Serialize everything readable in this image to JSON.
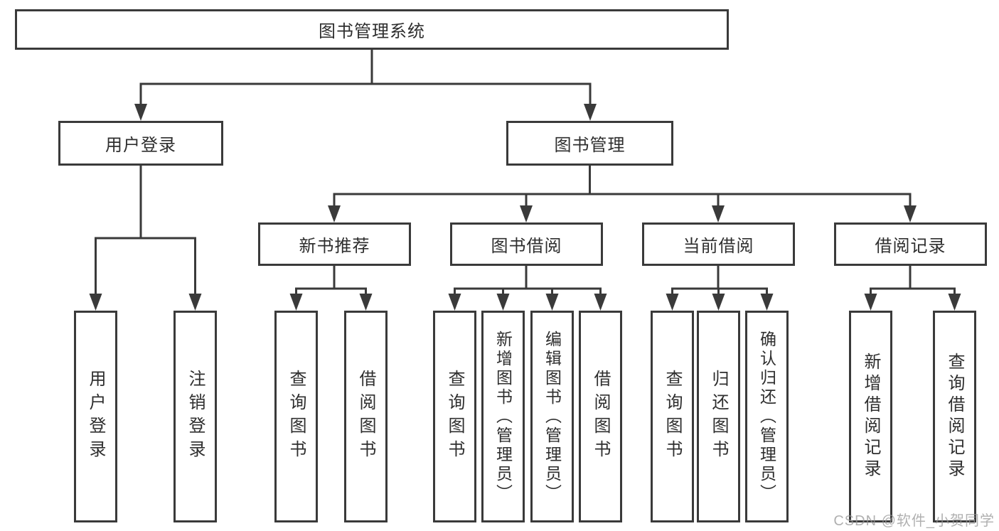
{
  "tree": {
    "root": {
      "label": "图书管理系统"
    },
    "level2": [
      {
        "label": "用户登录"
      },
      {
        "label": "图书管理"
      }
    ],
    "level3": [
      {
        "label": "新书推荐"
      },
      {
        "label": "图书借阅"
      },
      {
        "label": "当前借阅"
      },
      {
        "label": "借阅记录"
      }
    ],
    "leaves": {
      "login": [
        {
          "label": "用户登录"
        },
        {
          "label": "注销登录"
        }
      ],
      "recommend": [
        {
          "label": "查询图书"
        },
        {
          "label": "借阅图书"
        }
      ],
      "borrow": [
        {
          "label": "查询图书"
        },
        {
          "label": "新增图书（管理员）"
        },
        {
          "label": "编辑图书（管理员）"
        },
        {
          "label": "借阅图书"
        }
      ],
      "current": [
        {
          "label": "查询图书"
        },
        {
          "label": "归还图书"
        },
        {
          "label": "确认归还（管理员）"
        }
      ],
      "records": [
        {
          "label": "新增借阅记录"
        },
        {
          "label": "查询借阅记录"
        }
      ]
    }
  },
  "watermark": {
    "text": "CSDN @软件_小贺同学"
  },
  "colors": {
    "line": "#3a3a3a",
    "text": "#2e2e2e",
    "background": "#ffffff",
    "watermark": "#969696"
  }
}
